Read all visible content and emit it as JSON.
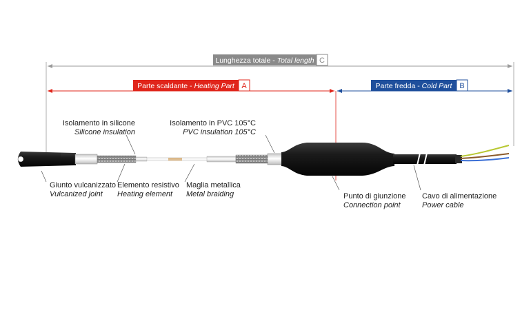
{
  "dimensions": {
    "total": {
      "it": "Lunghezza totale",
      "en": "Total length",
      "letter": "C",
      "color": "#8a8a8a"
    },
    "heating": {
      "it": "Parte scaldante",
      "en": "Heating Part",
      "letter": "A",
      "color": "#e0251b"
    },
    "cold": {
      "it": "Parte fredda",
      "en": "Cold Part",
      "letter": "B",
      "color": "#1f4f9c"
    }
  },
  "labels": {
    "silicone_insulation": {
      "it": "Isolamento in silicone",
      "en": "Silicone insulation"
    },
    "pvc_insulation": {
      "it": "Isolamento in PVC 105°C",
      "en": "PVC insulation 105°C"
    },
    "vulcanized_joint": {
      "it": "Giunto vulcanizzato",
      "en": "Vulcanized joint"
    },
    "heating_element": {
      "it": "Elemento resistivo",
      "en": "Heating element"
    },
    "metal_braiding": {
      "it": "Maglia metallica",
      "en": "Metal braiding"
    },
    "connection_point": {
      "it": "Punto di giunzione",
      "en": "Connection point"
    },
    "power_cable": {
      "it": "Cavo di alimentazione",
      "en": "Power cable"
    }
  },
  "separator": " - ",
  "colors": {
    "total_line": "#9a9a9a",
    "heating_line": "#e0251b",
    "cold_line": "#1f4f9c",
    "cable_black": "#1a1a1a",
    "wire_brown": "#8b5a2b",
    "wire_blue": "#3b6fd6",
    "wire_green_yellow": "#b8c832"
  }
}
